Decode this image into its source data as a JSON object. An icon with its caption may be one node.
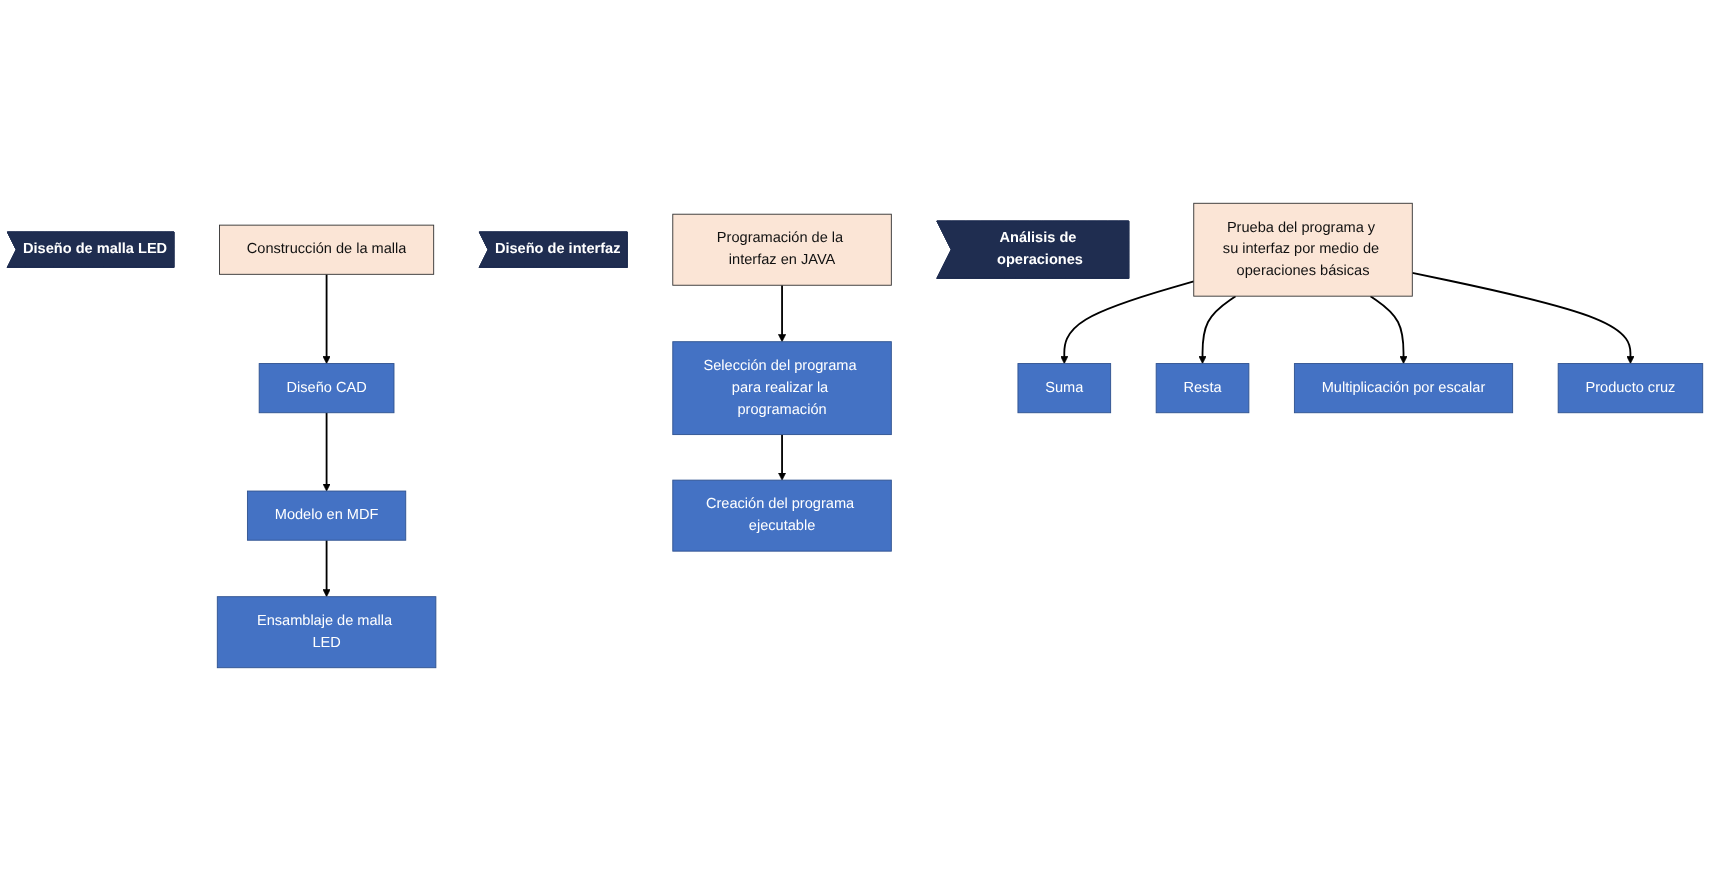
{
  "diagram": {
    "nodes": [
      {
        "text": [
          "Diseño de malla LED"
        ]
      },
      {
        "text": [
          "Construcción de la malla"
        ]
      },
      {
        "text": [
          "Diseño CAD"
        ]
      },
      {
        "text": [
          "Modelo en MDF"
        ]
      },
      {
        "text": [
          "Ensamblaje de malla LED"
        ]
      },
      {
        "text": [
          "Diseño de interfaz"
        ]
      },
      {
        "text": [
          "Programación de la interfaz en JAVA"
        ]
      },
      {
        "text": [
          "Selección del programa para realizar la programación"
        ]
      },
      {
        "text": [
          "Creación del programa ejecutable"
        ]
      },
      {
        "text": [
          "Análisis de operaciones"
        ]
      },
      {
        "text": [
          "Prueba del programa y su interfaz por medio de operaciones básicas"
        ]
      },
      {
        "text": [
          "Suma"
        ]
      },
      {
        "text": [
          "Resta"
        ]
      },
      {
        "text": [
          "Multiplicación por escalar"
        ]
      },
      {
        "text": [
          "Producto cruz"
        ]
      }
    ],
    "edges": [
      {
        "from": 1,
        "to": 2,
        "arrow": "to"
      },
      {
        "from": 2,
        "to": 3,
        "arrow": "to"
      },
      {
        "from": 3,
        "to": 4,
        "arrow": "to"
      },
      {
        "from": 6,
        "to": 7,
        "arrow": "to"
      },
      {
        "from": 7,
        "to": 8,
        "arrow": "to"
      },
      {
        "from": 10,
        "to": 11,
        "arrow": "to"
      },
      {
        "from": 10,
        "to": 12,
        "arrow": "to"
      },
      {
        "from": 10,
        "to": 13,
        "arrow": "to"
      },
      {
        "from": 10,
        "to": 14,
        "arrow": "to"
      }
    ]
  }
}
